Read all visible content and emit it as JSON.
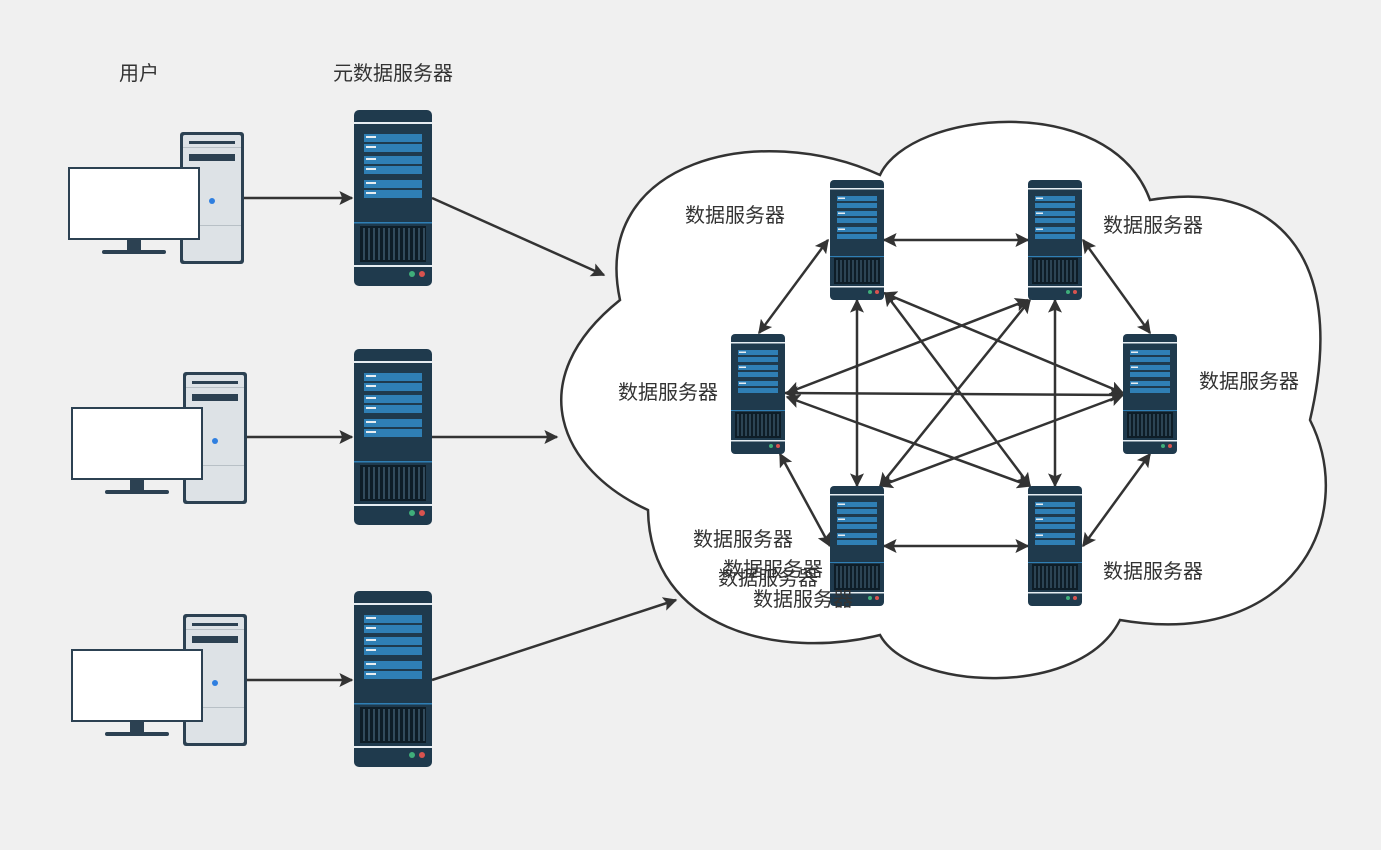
{
  "labels": {
    "users": "用户",
    "metadata_servers": "元数据服务器",
    "data_server": "数据服务器"
  },
  "cluster_labels": [
    "数据服务器",
    "数据服务器",
    "数据服务器",
    "数据服务器",
    "数据服务器",
    "数据服务器",
    "数据服务器",
    "数据服务器",
    "数据服务器"
  ],
  "colors": {
    "background": "#f0f0f0",
    "server_body": "#1f3a4d",
    "server_slot": "#2f7fb5",
    "server_led_green": "#3fae7a",
    "server_led_red": "#d9534f",
    "pc_case": "#dde2e6",
    "pc_frame": "#2c4152",
    "pc_power_led": "#2f7fe0",
    "cloud_fill": "#ffffff",
    "cloud_stroke": "#333333",
    "arrow": "#333333"
  },
  "icons": [
    "desktop-computer-icon",
    "server-tower-icon",
    "cloud-shape"
  ]
}
